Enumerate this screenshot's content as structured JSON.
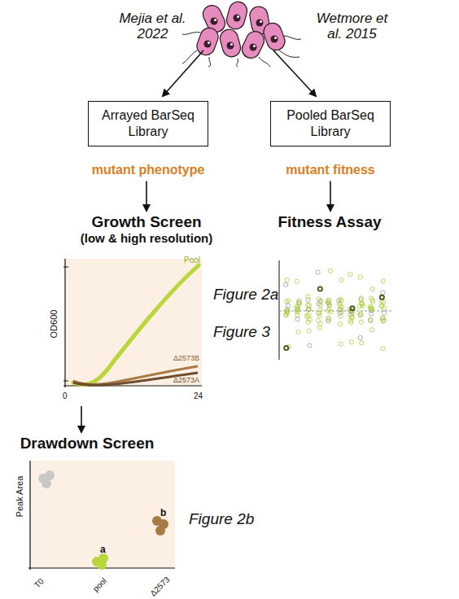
{
  "diagram": {
    "nodes": [
      {
        "text": [
          "Arrayed BarSeq Library",
          "mutant phenotype"
        ]
      },
      {
        "text": [
          "Pooled BarSeq Library",
          "mutant fitness"
        ]
      },
      {
        "text": [
          "Growth Screen",
          "(low & high resolution)"
        ]
      },
      {
        "text": [
          "Fitness Assay"
        ]
      },
      {
        "text": [
          "Drawdown Screen"
        ]
      }
    ],
    "edges": [
      {
        "from": 0,
        "to": 2,
        "arrow": "to"
      },
      {
        "from": 1,
        "to": 3,
        "arrow": "to"
      },
      {
        "from": 2,
        "to": 4,
        "arrow": "to"
      }
    ],
    "labels": [
      "Mejia et al. 2022",
      "Wetmore et al. 2015",
      "Figure 2a",
      "Figure 3",
      "Figure 2b",
      "OD600",
      "0",
      "24",
      "Pool",
      "Δ2573B",
      "Δ2573A",
      "Peak Area",
      "T0",
      "pool",
      "Δ2573",
      "a",
      "b"
    ]
  }
}
